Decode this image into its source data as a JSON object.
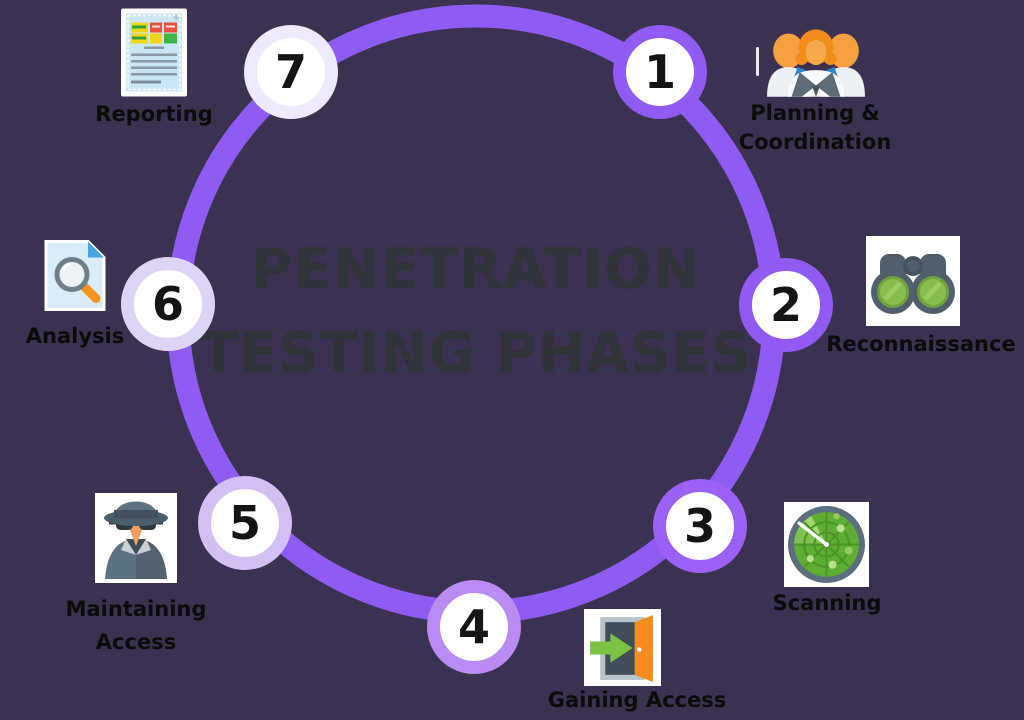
{
  "title": {
    "line1": "PENETRATION",
    "line2": "TESTING PHASES"
  },
  "colors": {
    "background": "#3B3150",
    "circle": "#8E5CF2",
    "title_text": "#31333A",
    "label_text": "#0B0B0B",
    "node_fill": "#FFFFFF",
    "node_number": "#141414"
  },
  "nodes": [
    {
      "number": "1",
      "label": "Planning & Coordination",
      "lines": [
        "Planning &",
        "Coordination"
      ],
      "icon": "team-icon",
      "ring_color": "#8F5BF2"
    },
    {
      "number": "2",
      "label": "Reconnaissance",
      "lines": [
        "Reconnaissance"
      ],
      "icon": "binoculars-icon",
      "ring_color": "#8F5BF2"
    },
    {
      "number": "3",
      "label": "Scanning",
      "lines": [
        "Scanning"
      ],
      "icon": "radar-icon",
      "ring_color": "#9D60F6"
    },
    {
      "number": "4",
      "label": "Gaining Access",
      "lines": [
        "Gaining Access"
      ],
      "icon": "door-icon",
      "ring_color": "#B98BF3"
    },
    {
      "number": "5",
      "label": "Maintaining Access",
      "lines": [
        "Maintaining",
        "Access"
      ],
      "icon": "spy-icon",
      "ring_color": "#D3BFF4"
    },
    {
      "number": "6",
      "label": "Analysis",
      "lines": [
        "Analysis"
      ],
      "icon": "magnifier-document-icon",
      "ring_color": "#DED4F7"
    },
    {
      "number": "7",
      "label": "Reporting",
      "lines": [
        "Reporting"
      ],
      "icon": "report-document-icon",
      "ring_color": "#EFE9FC"
    }
  ]
}
